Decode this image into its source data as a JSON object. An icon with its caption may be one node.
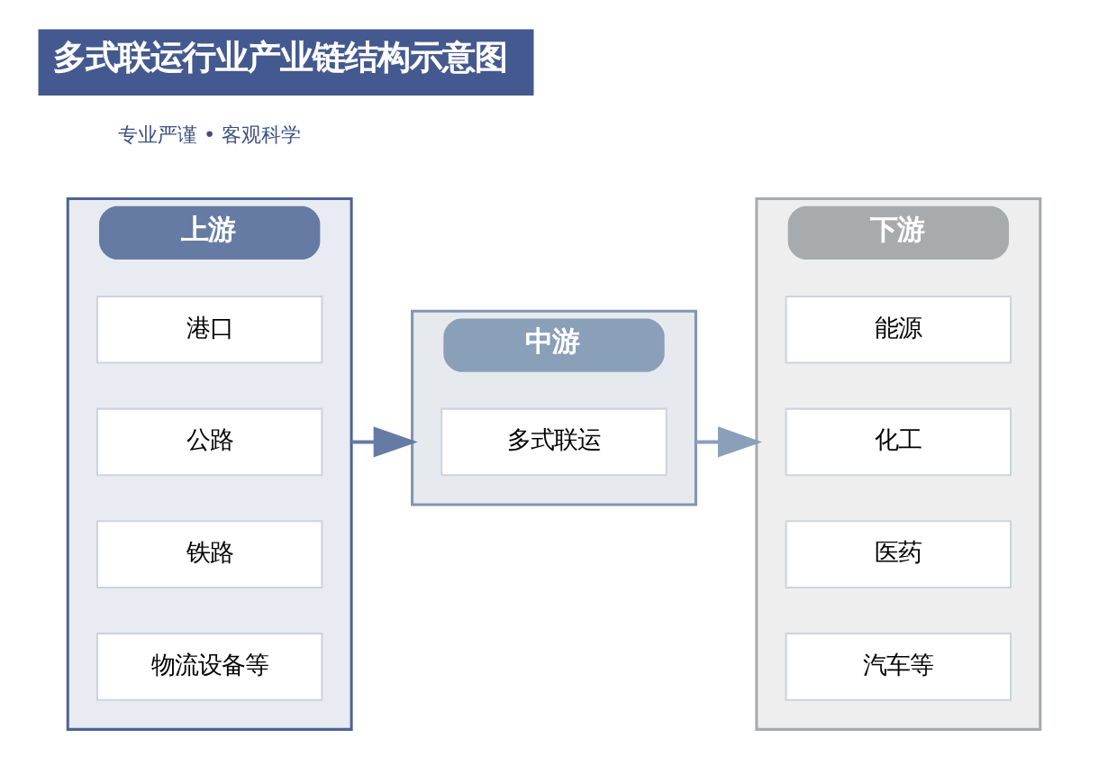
{
  "diagram": {
    "title": "多式联运行业产业链结构示意图",
    "nodes": [
      {
        "text": [
          "上游"
        ]
      },
      {
        "text": [
          "港口"
        ],
        "in": 0
      },
      {
        "text": [
          "公路"
        ],
        "in": 0
      },
      {
        "text": [
          "铁路"
        ],
        "in": 0
      },
      {
        "text": [
          "物流设备等"
        ],
        "in": 0
      },
      {
        "text": [
          "中游"
        ]
      },
      {
        "text": [
          "多式联运"
        ],
        "in": 5
      },
      {
        "text": [
          "下游"
        ]
      },
      {
        "text": [
          "能源"
        ],
        "in": 7
      },
      {
        "text": [
          "化工"
        ],
        "in": 7
      },
      {
        "text": [
          "医药"
        ],
        "in": 7
      },
      {
        "text": [
          "汽车等"
        ],
        "in": 7
      }
    ],
    "edges": [
      {
        "from": 0,
        "to": 5,
        "arrow": "to",
        "color": "#667ba3"
      },
      {
        "from": 5,
        "to": 7,
        "arrow": "to",
        "color": "#8a9fb8"
      }
    ],
    "labels": [
      "专业严谨 • 客观科学"
    ]
  }
}
